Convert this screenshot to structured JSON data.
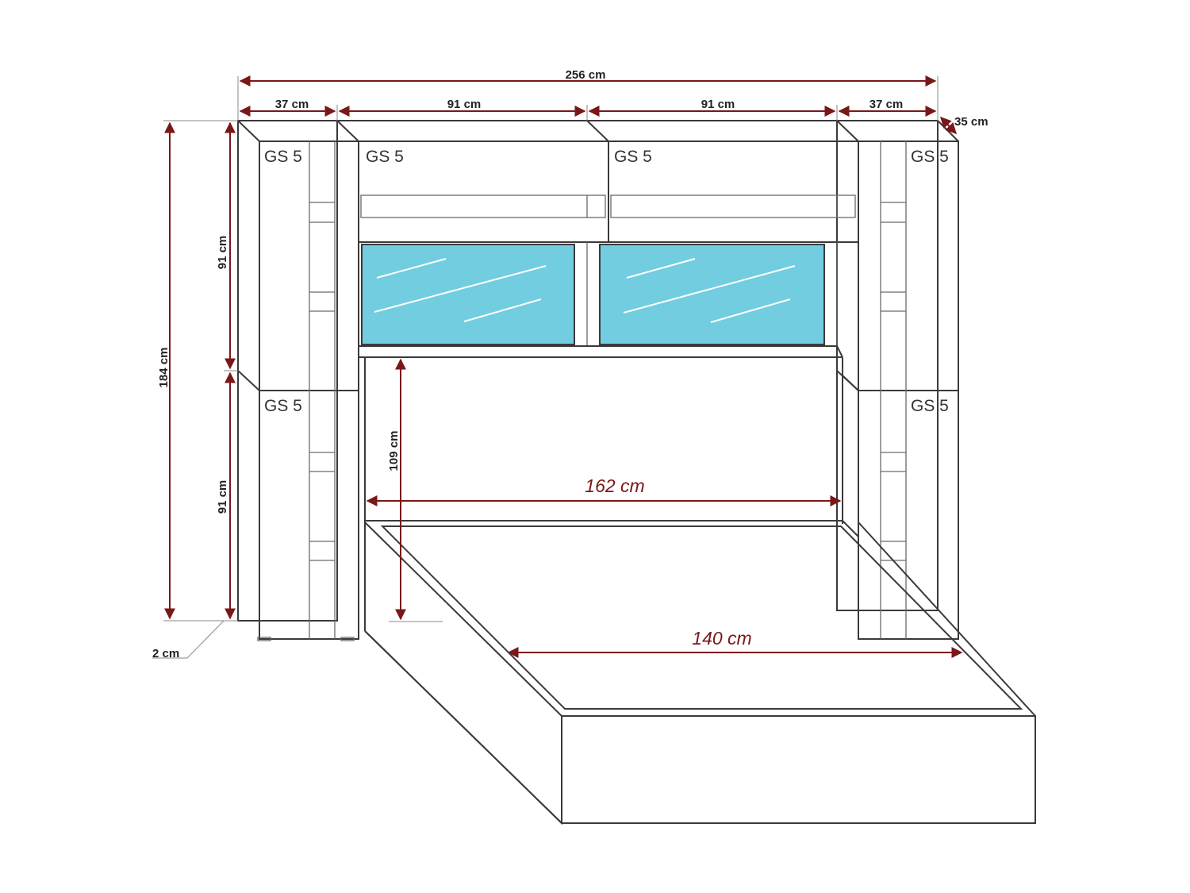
{
  "dimensions": {
    "total_width": "256 cm",
    "side_width_left": "37 cm",
    "mid_width_left": "91 cm",
    "mid_width_right": "91 cm",
    "side_width_right": "37 cm",
    "depth": "35 cm",
    "total_height": "184 cm",
    "upper_height": "91 cm",
    "lower_height": "91 cm",
    "foot_height": "2 cm",
    "headboard_height": "109 cm",
    "headboard_width": "162 cm",
    "mattress_width": "140 cm"
  },
  "modules": {
    "top_left": "GS 5",
    "top_mid_left": "GS 5",
    "top_mid_right": "GS 5",
    "top_right": "GS 5",
    "bottom_left": "GS 5",
    "bottom_right": "GS 5"
  },
  "colors": {
    "line": "#3a3a3a",
    "dimension": "#7a1717",
    "glass": "#72cde0"
  }
}
